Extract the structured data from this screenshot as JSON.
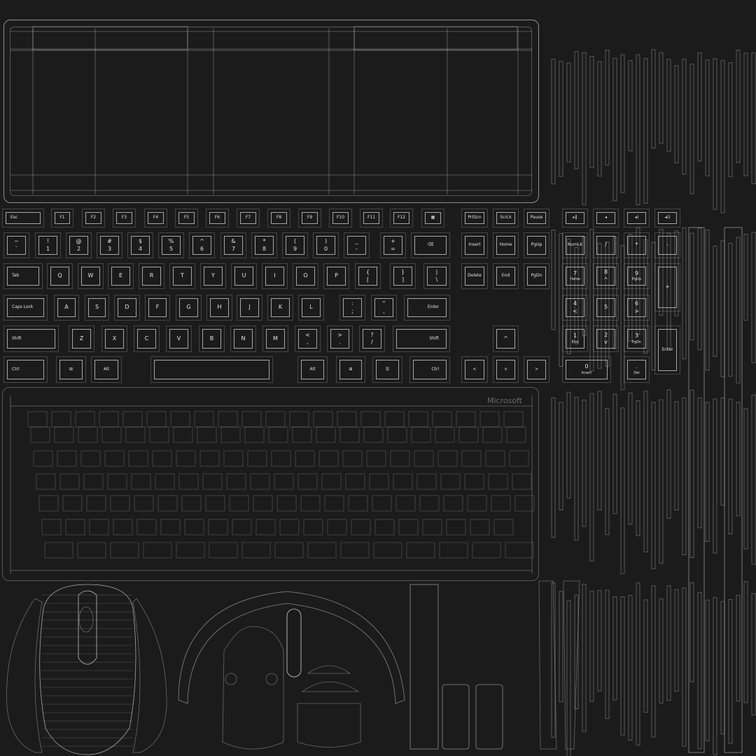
{
  "brand_text": "Microsoft",
  "colors": {
    "background": "#1b1b1b",
    "wireframe": "#c8c8c8",
    "key_text": "#e6e6e6"
  },
  "keyboard": {
    "function_row": [
      "Esc",
      "F1",
      "F2",
      "F3",
      "F4",
      "F5",
      "F6",
      "F7",
      "F8",
      "F9",
      "F10",
      "F11",
      "F12",
      "calculator-icon",
      "PrtScn",
      "ScrLk",
      "Pause",
      "play-pause-icon",
      "mute-icon",
      "volume-down-icon",
      "volume-up-icon"
    ],
    "number_row": [
      {
        "t": "~",
        "b": "`"
      },
      {
        "t": "!",
        "b": "1"
      },
      {
        "t": "@",
        "b": "2"
      },
      {
        "t": "#",
        "b": "3"
      },
      {
        "t": "$",
        "b": "4"
      },
      {
        "t": "%",
        "b": "5"
      },
      {
        "t": "^",
        "b": "6"
      },
      {
        "t": "&",
        "b": "7"
      },
      {
        "t": "*",
        "b": "8"
      },
      {
        "t": "(",
        "b": "9"
      },
      {
        "t": ")",
        "b": "0"
      },
      {
        "t": "_",
        "b": "-"
      },
      {
        "t": "+",
        "b": "="
      },
      {
        "t": "⌫"
      },
      {
        "t": "Insert"
      },
      {
        "t": "Home"
      },
      {
        "t": "PgUp"
      },
      {
        "t": "NumLk"
      },
      {
        "t": "/"
      },
      {
        "t": "*"
      },
      {
        "t": "-"
      }
    ],
    "qwerty_row": [
      {
        "t": "Tab"
      },
      {
        "t": "Q"
      },
      {
        "t": "W"
      },
      {
        "t": "E"
      },
      {
        "t": "R"
      },
      {
        "t": "T"
      },
      {
        "t": "Y"
      },
      {
        "t": "U"
      },
      {
        "t": "I"
      },
      {
        "t": "O"
      },
      {
        "t": "P"
      },
      {
        "t": "{",
        "b": "["
      },
      {
        "t": "}",
        "b": "]"
      },
      {
        "t": "|",
        "b": "\\"
      },
      {
        "t": "Delete"
      },
      {
        "t": "End"
      },
      {
        "t": "PgDn"
      },
      {
        "t": "7",
        "b": "Home"
      },
      {
        "t": "8",
        "b": "^"
      },
      {
        "t": "9",
        "b": "PgUp"
      },
      {
        "t": "+"
      }
    ],
    "home_row": [
      {
        "t": "Caps Lock"
      },
      {
        "t": "A"
      },
      {
        "t": "S"
      },
      {
        "t": "D"
      },
      {
        "t": "F"
      },
      {
        "t": "G"
      },
      {
        "t": "H"
      },
      {
        "t": "J"
      },
      {
        "t": "K"
      },
      {
        "t": "L"
      },
      {
        "t": ":",
        "b": ";"
      },
      {
        "t": "\"",
        "b": ","
      },
      {
        "t": "Enter"
      },
      {
        "t": "4",
        "b": "<"
      },
      {
        "t": "5"
      },
      {
        "t": "6",
        "b": ">"
      }
    ],
    "shift_row": [
      {
        "t": "Shift"
      },
      {
        "t": "Z"
      },
      {
        "t": "X"
      },
      {
        "t": "C"
      },
      {
        "t": "V"
      },
      {
        "t": "B"
      },
      {
        "t": "N"
      },
      {
        "t": "M"
      },
      {
        "t": "<",
        "b": ","
      },
      {
        "t": ">",
        "b": "."
      },
      {
        "t": "?",
        "b": "/"
      },
      {
        "t": "Shift"
      },
      {
        "t": "^"
      },
      {
        "t": "1",
        "b": "End"
      },
      {
        "t": "2",
        "b": "v"
      },
      {
        "t": "3",
        "b": "PgDn"
      },
      {
        "t": "Enter"
      }
    ],
    "bottom_row": [
      {
        "t": "Ctrl"
      },
      {
        "t": "⊞"
      },
      {
        "t": "Alt"
      },
      {
        "t": ""
      },
      {
        "t": "Alt"
      },
      {
        "t": "⊞"
      },
      {
        "t": "☰"
      },
      {
        "t": "Ctrl"
      },
      {
        "t": "<"
      },
      {
        "t": "v"
      },
      {
        "t": ">"
      },
      {
        "t": "0",
        "b": "Insert"
      },
      {
        "t": ".",
        "b": "Del"
      }
    ]
  }
}
